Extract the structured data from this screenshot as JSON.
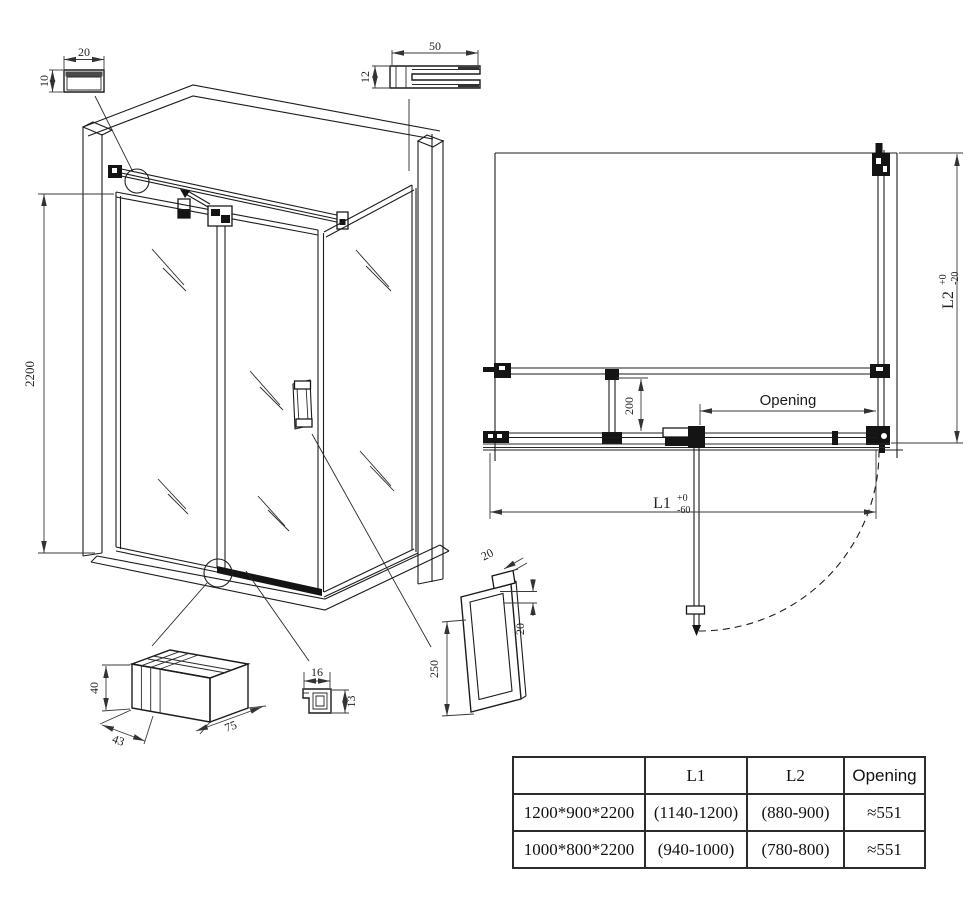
{
  "details": {
    "wall_profile": {
      "width": "20",
      "height": "10"
    },
    "top_bar_profile": {
      "width": "50",
      "height": "12"
    },
    "iso": {
      "height": "2200"
    },
    "plan": {
      "l1_label": "L1",
      "l1_tol_plus": "+0",
      "l1_tol_minus": "-60",
      "l2_label": "L2",
      "l2_tol_plus": "+0",
      "l2_tol_minus": "-20",
      "opening_label": "Opening",
      "bar_offset": "200"
    },
    "glass_clamp": {
      "height": "40",
      "depth": "43",
      "width": "75"
    },
    "bottom_seal": {
      "width": "16",
      "height": "13"
    },
    "handle": {
      "cap": "20",
      "bar": "20",
      "length": "250"
    }
  },
  "table": {
    "headers": [
      "",
      "L1",
      "L2",
      "Opening"
    ],
    "rows": [
      [
        "1200*900*2200",
        "(1140-1200)",
        "(880-900)",
        "≈551"
      ],
      [
        "1000*800*2200",
        "(940-1000)",
        "(780-800)",
        "≈551"
      ]
    ]
  }
}
